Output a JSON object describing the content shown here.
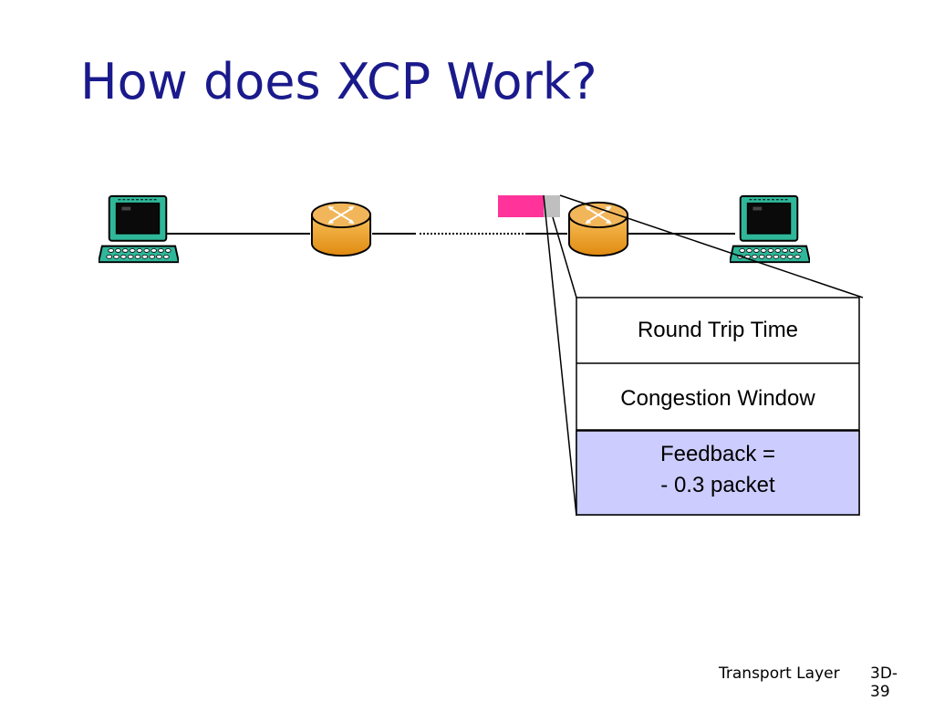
{
  "slide": {
    "title": "How does XCP Work?"
  },
  "header_fields": [
    {
      "label": "Round Trip Time"
    },
    {
      "label": "Congestion Window"
    },
    {
      "label_line1": "Feedback  =",
      "label_line2": "- 0.3 packet"
    }
  ],
  "icons": [
    "computer-icon",
    "router-icon",
    "packet-icon"
  ],
  "colors": {
    "title": "#1a1a8c",
    "packet_payload": "#ff3399",
    "packet_header": "#bfbfbf",
    "feedback_fill": "#ccccff",
    "router": "#f0a030",
    "computer": "#2aa58c"
  },
  "footer": {
    "label": "Transport Layer",
    "page": "3D-39"
  }
}
